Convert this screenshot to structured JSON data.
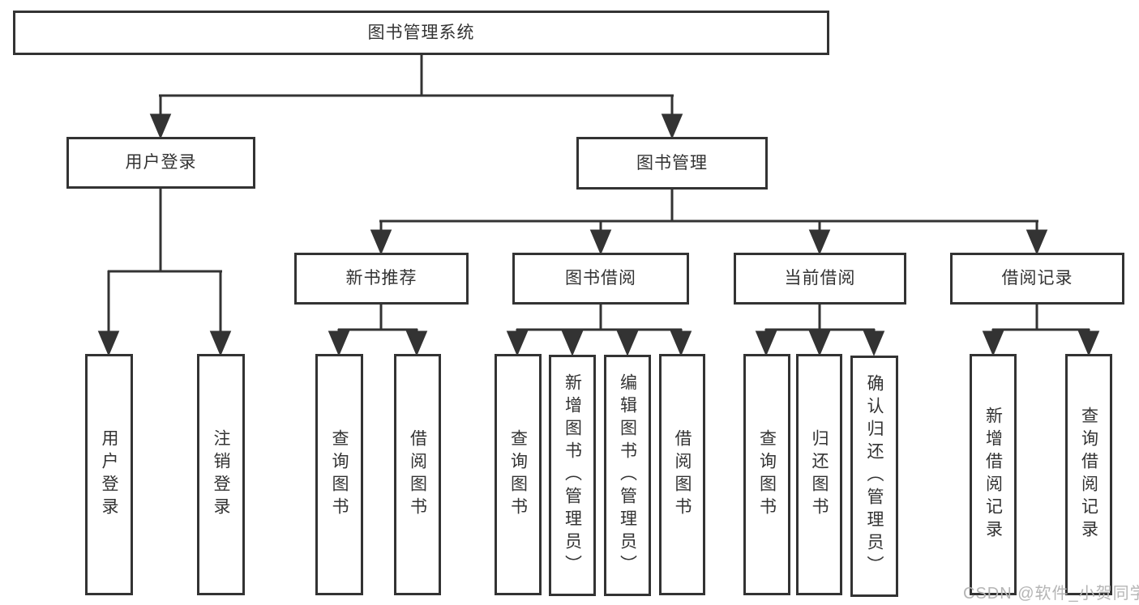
{
  "diagram_title": "图书管理系统",
  "tree": {
    "label": "图书管理系统",
    "children": [
      {
        "label": "用户登录",
        "children": [
          {
            "label": "用户登录"
          },
          {
            "label": "注销登录"
          }
        ]
      },
      {
        "label": "图书管理",
        "children": [
          {
            "label": "新书推荐",
            "children": [
              {
                "label": "查询图书"
              },
              {
                "label": "借阅图书"
              }
            ]
          },
          {
            "label": "图书借阅",
            "children": [
              {
                "label": "查询图书"
              },
              {
                "label": "新增图书（管理员）"
              },
              {
                "label": "编辑图书（管理员）"
              },
              {
                "label": "借阅图书"
              }
            ]
          },
          {
            "label": "当前借阅",
            "children": [
              {
                "label": "查询图书"
              },
              {
                "label": "归还图书"
              },
              {
                "label": "确认归还（管理员）"
              }
            ]
          },
          {
            "label": "借阅记录",
            "children": [
              {
                "label": "新增借阅记录"
              },
              {
                "label": "查询借阅记录"
              }
            ]
          }
        ]
      }
    ]
  },
  "watermark": "CSDN @软件_小贺同学",
  "colors": {
    "line": "#333333",
    "box_background": "#ffffff",
    "text": "#333333",
    "watermark": "#b5b5b5"
  }
}
